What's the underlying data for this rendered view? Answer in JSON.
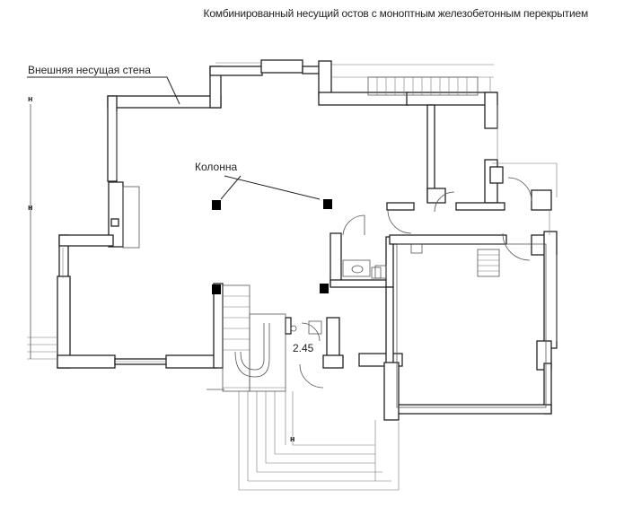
{
  "title": "Комбинированный несущий остов с моноптным железобетонным перекрытием",
  "labels": {
    "exterior_wall": "Внешняя несущая стена",
    "column": "Колонна",
    "level": "2.45"
  },
  "markers": {
    "axis_top": "н",
    "axis_mid": "н",
    "axis_bottom": "н"
  }
}
